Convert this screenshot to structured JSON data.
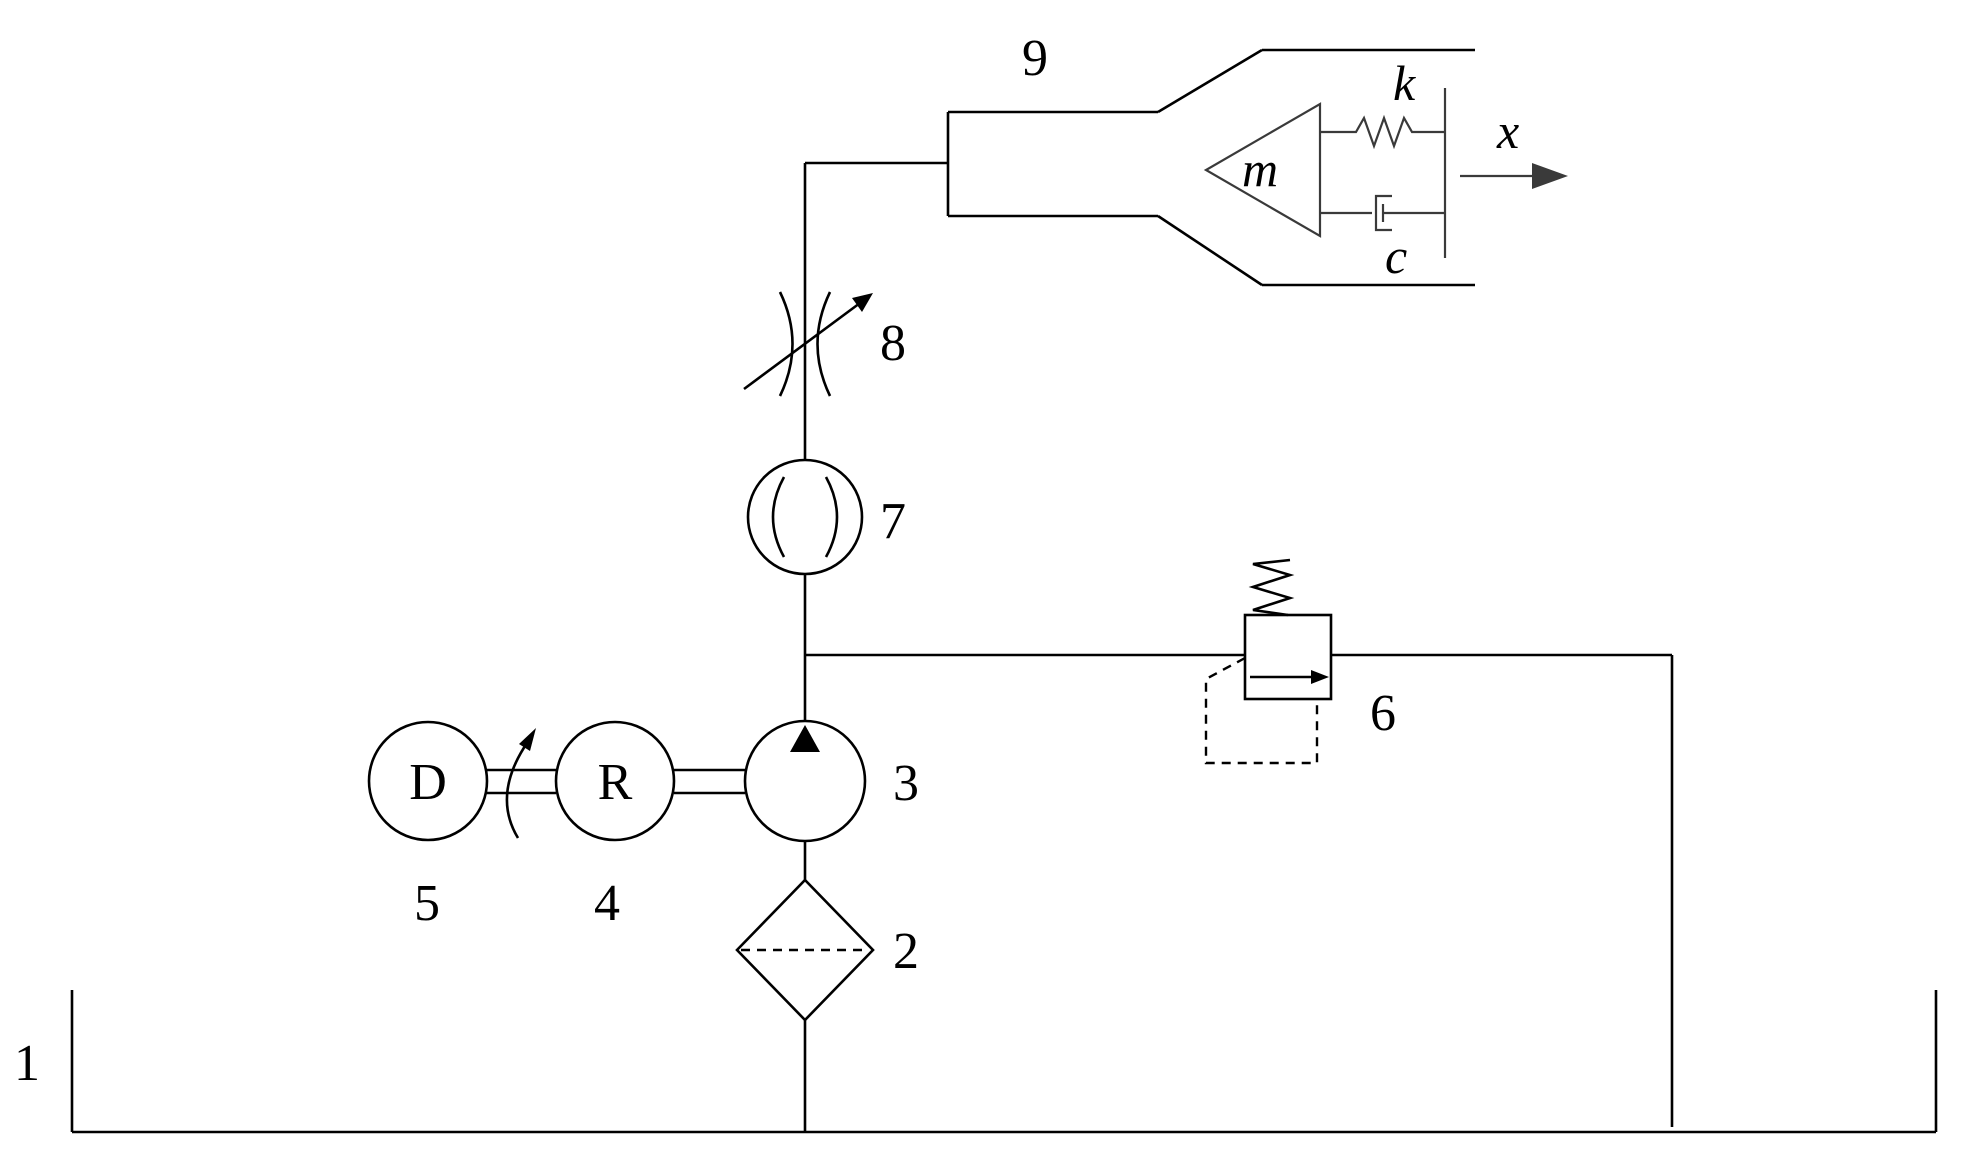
{
  "components": {
    "tank": "1",
    "filter": "2",
    "pump": "3",
    "gearbox": "4",
    "motor": "5",
    "relief_valve": "6",
    "flowmeter": "7",
    "throttle_valve": "8",
    "actuator": "9"
  },
  "symbols": {
    "motor_letter": "D",
    "gearbox_letter": "R",
    "mass": "m",
    "spring": "k",
    "damper": "c",
    "displacement": "x"
  },
  "colors": {
    "line": "#000000",
    "load_lines": "#3a3a3a",
    "background": "#ffffff"
  }
}
